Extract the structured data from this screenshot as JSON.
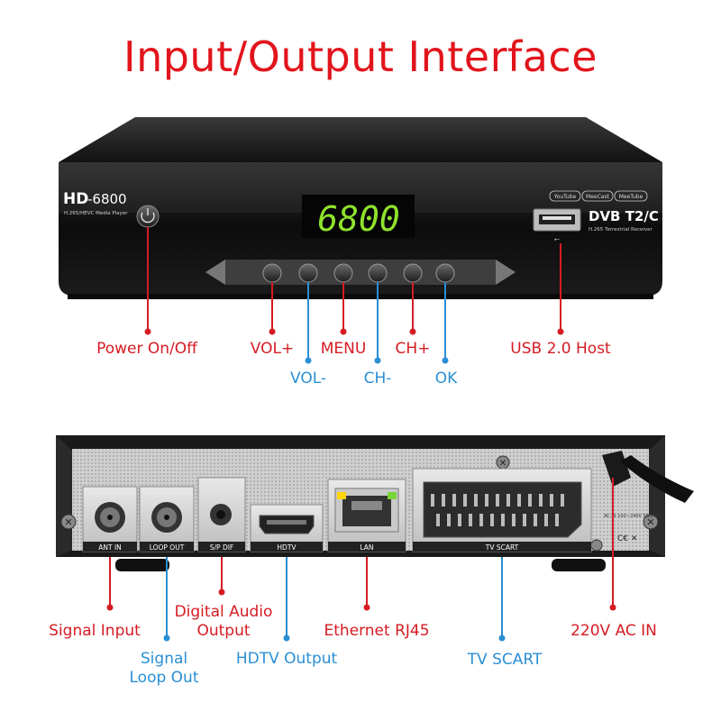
{
  "title": "Input/Output Interface",
  "colors": {
    "red": "#d51c23",
    "blue": "#2a8fd4",
    "title": "#e2141c"
  },
  "front": {
    "brand_hd": "HD",
    "brand_model": "-6800",
    "brand_sub": "H.265/HEVC Media Player",
    "display": "6800",
    "apps": [
      "YouTube",
      "MeeCast",
      "MeeTube"
    ],
    "dvb_logo": "DVB T2/C",
    "dvb_sub": "H.265 Terrestrial Receiver"
  },
  "front_labels": {
    "power": "Power On/Off",
    "vol_up": "VOL+",
    "vol_down": "VOL-",
    "menu": "MENU",
    "ch_down": "CH-",
    "ch_up": "CH+",
    "ok": "OK",
    "usb": "USB 2.0 Host"
  },
  "back": {
    "port_ant_in": "ANT IN",
    "port_loop_out": "LOOP OUT",
    "port_spdif": "S/P DIF",
    "port_hdtv": "HDTV",
    "port_lan": "LAN",
    "port_scart": "TV SCART",
    "power_spec": "AC IN 100~240V 50/60Hz"
  },
  "back_labels": {
    "signal_input": "Signal Input",
    "signal_loop_1": "Signal",
    "signal_loop_2": "Loop Out",
    "digital_audio_1": "Digital Audio",
    "digital_audio_2": "Output",
    "hdtv_output": "HDTV Output",
    "ethernet": "Ethernet RJ45",
    "tv_scart": "TV SCART",
    "ac_in": "220V AC IN"
  }
}
